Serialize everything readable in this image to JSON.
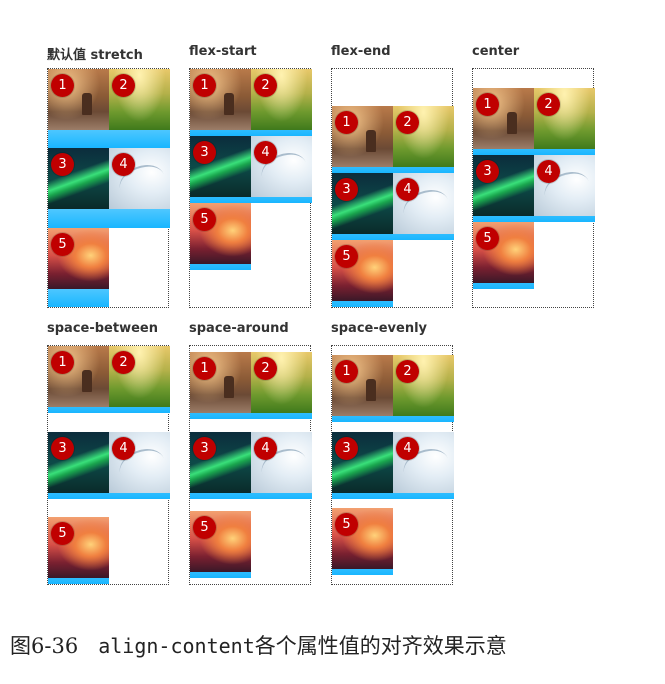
{
  "panels": [
    {
      "title": "默认值 stretch",
      "mode": "stretch"
    },
    {
      "title": "flex-start",
      "mode": "flex-start"
    },
    {
      "title": "flex-end",
      "mode": "flex-end"
    },
    {
      "title": "center",
      "mode": "center"
    },
    {
      "title": "space-between",
      "mode": "space-between"
    },
    {
      "title": "space-around",
      "mode": "space-around"
    },
    {
      "title": "space-evenly",
      "mode": "space-evenly"
    }
  ],
  "items": [
    "1",
    "2",
    "3",
    "4",
    "5"
  ],
  "caption": {
    "figure_label": "图6-36",
    "property": "align-content",
    "description": "各个属性值的对齐效果示意"
  },
  "colors": {
    "badge": "#c00000",
    "item_gradient_top": "#c6ecff",
    "item_gradient_bottom": "#19b6ff",
    "border": "#444444"
  }
}
